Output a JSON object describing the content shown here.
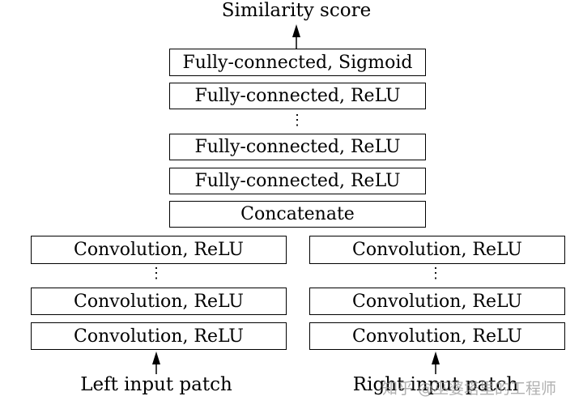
{
  "output_label": "Similarity score",
  "head_layers": [
    "Fully-connected, Sigmoid",
    "Fully-connected, ReLU",
    "Fully-connected, ReLU",
    "Fully-connected, ReLU",
    "Concatenate"
  ],
  "left_branch": {
    "layers": [
      "Convolution, ReLU",
      "Convolution, ReLU",
      "Convolution, ReLU"
    ],
    "input_label": "Left input patch"
  },
  "right_branch": {
    "layers": [
      "Convolution, ReLU",
      "Convolution, ReLU",
      "Convolution, ReLU"
    ],
    "input_label": "Right input patch"
  },
  "ellipsis": "⋮",
  "watermark": "知乎 @巫婆塔里的工程师"
}
